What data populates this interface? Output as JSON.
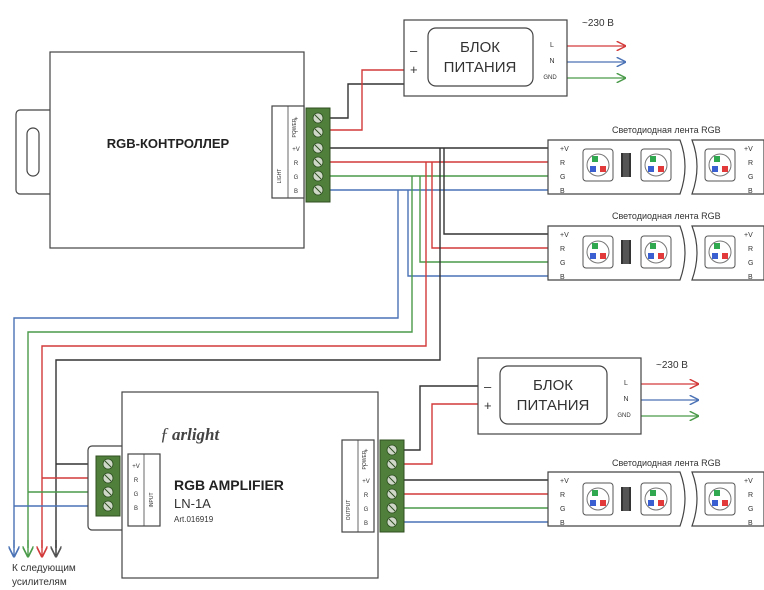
{
  "controller": {
    "title": "RGB-КОНТРОЛЛЕР",
    "power_label": "POWER",
    "light_label": "LIGHT",
    "power_pins": [
      "+",
      "–"
    ],
    "light_pins": [
      "+V",
      "R",
      "G",
      "B"
    ]
  },
  "psu_top": {
    "title_line1": "БЛОК",
    "title_line2": "ПИТАНИЯ",
    "minus": "–",
    "plus": "+",
    "outputs": [
      "L",
      "N",
      "GND"
    ],
    "voltage": "~230 В"
  },
  "psu_bottom": {
    "title_line1": "БЛОК",
    "title_line2": "ПИТАНИЯ",
    "minus": "–",
    "plus": "+",
    "outputs": [
      "L",
      "N",
      "GND"
    ],
    "voltage": "~230 В"
  },
  "strip_label": "Светодиодная лента RGB",
  "strip_pins": [
    "+V",
    "R",
    "G",
    "B"
  ],
  "amplifier": {
    "brand": "arlight",
    "title": "RGB AMPLIFIER",
    "model": "LN-1A",
    "art": "Art.016919",
    "power_label": "POWER",
    "output_label": "OUTPUT",
    "input_label": "INPUT",
    "power_pins": [
      "+",
      "–"
    ],
    "pins": [
      "+V",
      "R",
      "G",
      "B"
    ]
  },
  "next_label_line1": "К следующим",
  "next_label_line2": "усилителям",
  "colors": {
    "red_wire": "#d33a3a",
    "green_wire": "#4a9a4a",
    "blue_wire": "#4a72b5",
    "black_wire": "#333333",
    "terminal": "#4f7f3a",
    "led_red": "#e23a3a",
    "led_green": "#2fa84f",
    "led_blue": "#3a5fd0"
  }
}
